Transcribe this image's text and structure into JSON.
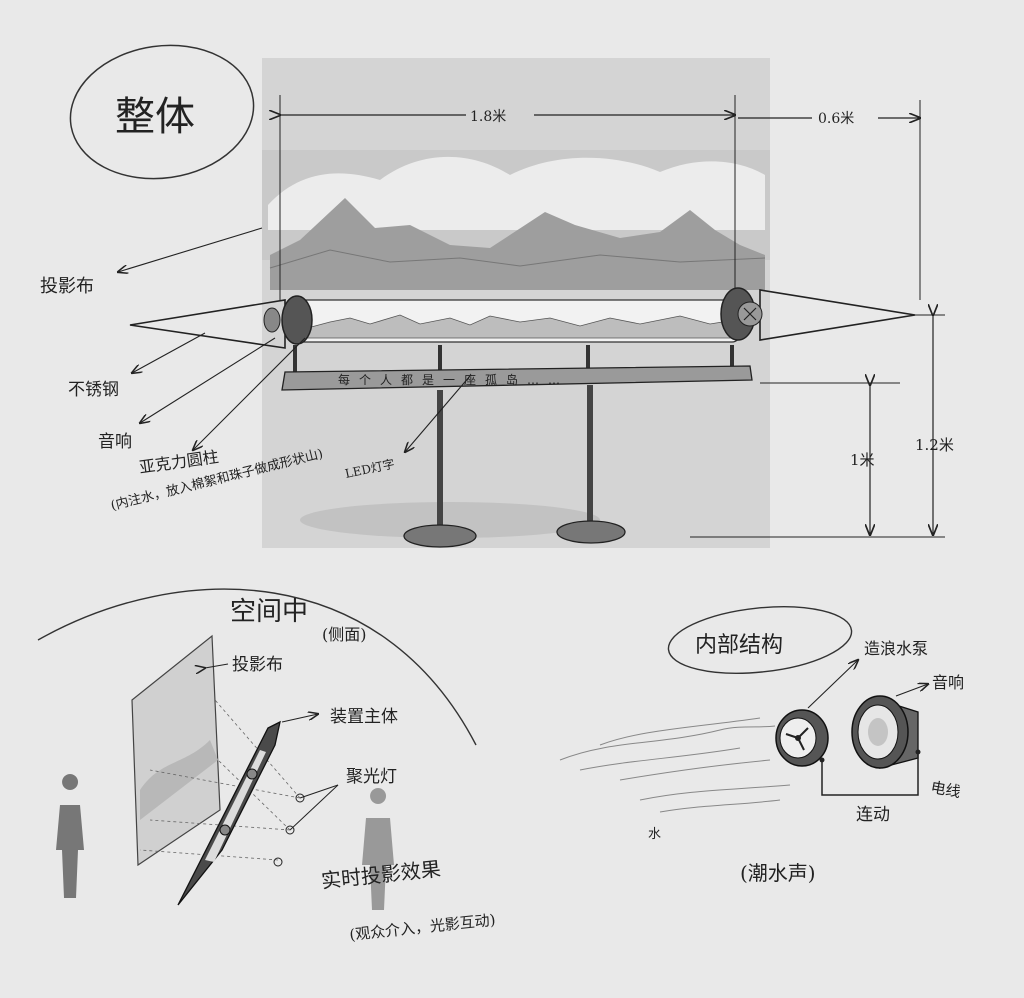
{
  "overall": {
    "title": "整体",
    "width_label": "1.8米",
    "depth_label": "0.6米",
    "height_stand_label": "1米",
    "height_total_label": "1.2米",
    "led_text": "每个人都是一座孤岛……",
    "labels": {
      "screen": "投影布",
      "steel": "不锈钢",
      "speaker": "音响",
      "acrylic_line1": "亚克力圆柱",
      "acrylic_line2": "(内注水，放入棉絮和珠子做成形状山)",
      "led": "LED灯字"
    }
  },
  "space": {
    "title": "空间中",
    "subtitle": "(侧面)",
    "labels": {
      "screen": "投影布",
      "device": "装置主体",
      "spotlight": "聚光灯"
    },
    "effect_line1": "实时投影效果",
    "effect_line2": "(观众介入，光影互动)"
  },
  "internal": {
    "title": "内部结构",
    "labels": {
      "pump": "造浪水泵",
      "speaker": "音响",
      "wire": "电线",
      "linkage": "连动",
      "water": "水"
    },
    "sound": "(潮水声)"
  }
}
